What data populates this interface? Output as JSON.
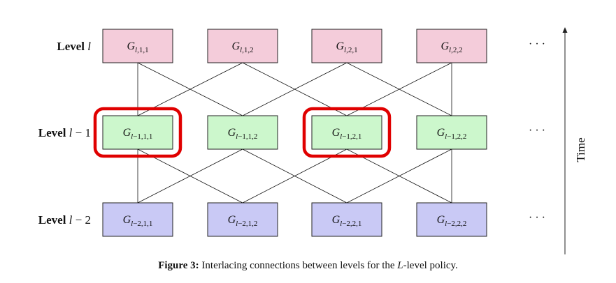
{
  "levels": [
    {
      "label_bold": "Level",
      "label_var": "l",
      "label_rest": "",
      "color": "#F4CCDA",
      "nodes": [
        {
          "base": "G",
          "sub": "l,1,1"
        },
        {
          "base": "G",
          "sub": "l,1,2"
        },
        {
          "base": "G",
          "sub": "l,2,1"
        },
        {
          "base": "G",
          "sub": "l,2,2"
        }
      ]
    },
    {
      "label_bold": "Level",
      "label_var": "l",
      "label_rest": " − 1",
      "color": "#CCF7CC",
      "nodes": [
        {
          "base": "G",
          "sub": "l−1,1,1",
          "highlighted": true
        },
        {
          "base": "G",
          "sub": "l−1,1,2"
        },
        {
          "base": "G",
          "sub": "l−1,2,1",
          "highlighted": true
        },
        {
          "base": "G",
          "sub": "l−1,2,2"
        }
      ]
    },
    {
      "label_bold": "Level",
      "label_var": "l",
      "label_rest": " − 2",
      "color": "#C9C9F5",
      "nodes": [
        {
          "base": "G",
          "sub": "l−2,1,1"
        },
        {
          "base": "G",
          "sub": "l−2,1,2"
        },
        {
          "base": "G",
          "sub": "l−2,2,1"
        },
        {
          "base": "G",
          "sub": "l−2,2,2"
        }
      ]
    }
  ],
  "connections": [
    [
      0,
      0
    ],
    [
      0,
      1
    ],
    [
      1,
      0
    ],
    [
      1,
      2
    ],
    [
      2,
      1
    ],
    [
      2,
      3
    ],
    [
      3,
      2
    ],
    [
      3,
      3
    ]
  ],
  "ellipsis": "· · ·",
  "highlight_color": "#E00000",
  "time_label": "Time",
  "caption": {
    "prefix": "Figure 3:",
    "text_before": " Interlacing connections between levels for the ",
    "italic": "L",
    "text_after": "-level policy."
  }
}
